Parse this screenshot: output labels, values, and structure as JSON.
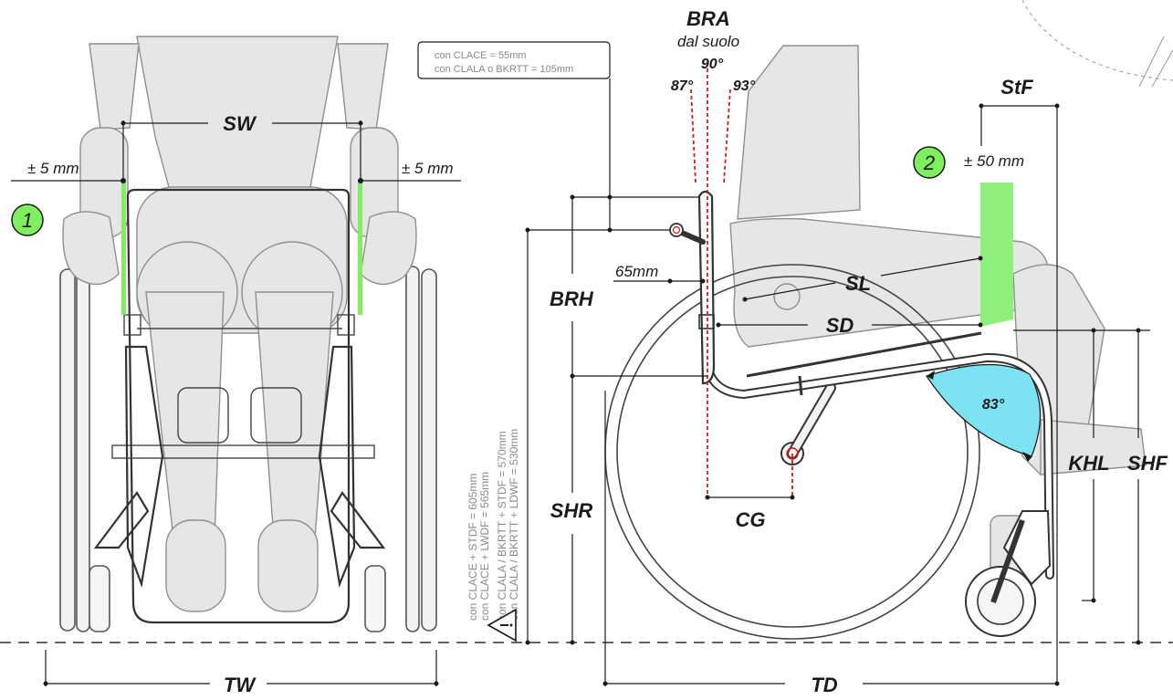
{
  "labels": {
    "sw": "SW",
    "tw": "TW",
    "td": "TD",
    "bra": "BRA",
    "dal_suolo": "dal suolo",
    "angle_90": "90°",
    "angle_87": "87°",
    "angle_93": "93°",
    "stf": "StF",
    "sl": "SL",
    "sd": "SD",
    "brh": "BRH",
    "shr": "SHR",
    "cg": "CG",
    "khl": "KHL",
    "shf": "SHF",
    "angle_83": "83°",
    "mm65": "65mm",
    "pm5_left": "± 5 mm",
    "pm5_right": "± 5 mm",
    "pm50": "± 50 mm"
  },
  "badges": {
    "one": "1",
    "two": "2"
  },
  "notes": {
    "box_line1": "con CLACE = 55mm",
    "box_line2": "con CLALA o BKRTT = 105mm",
    "vertical": [
      "con CLACE + STDF = 605mm",
      "con CLACE + LWDF = 565mm",
      "con CLALA / BKRTT + STDF = 570mm",
      "con CLALA / BKRTT + LDWF = 530mm"
    ]
  },
  "colors": {
    "accent_green": "#7fef5f",
    "adjust_green": "#8ef07a",
    "angle_cyan": "#7de3f2",
    "red_dash": "#d41c1c",
    "body_grey": "#e6e6e6",
    "frame_dark": "#333333"
  },
  "icons": {
    "warning": "warning-triangle-icon"
  }
}
